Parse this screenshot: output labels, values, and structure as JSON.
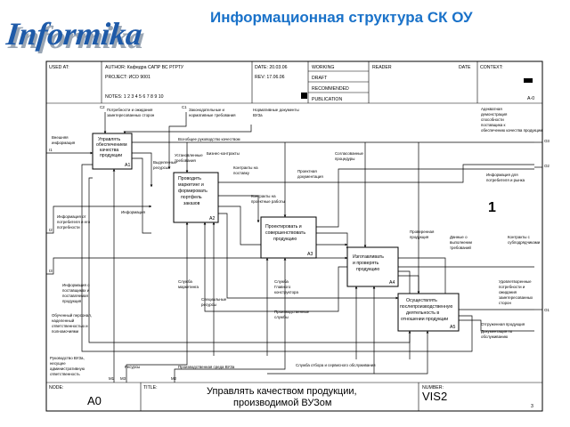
{
  "slide": {
    "title": "Информационная структура СК ОУ",
    "logo_text": "Informika",
    "colors": {
      "title": "#1a72c9",
      "logo": "#1e5aa8",
      "logo_shadow": "#9aa6b4"
    }
  },
  "header": {
    "used_at": "USED AT:",
    "author": "AUTHOR: Кафедра САПР ВС РГРТУ",
    "project": "PROJECT: ИСО 9001",
    "notes": "NOTES: 1 2 3 4 5 6 7 8 9 10",
    "date": "DATE: 20.03.06",
    "rev": "REV: 17.06.06",
    "working": "WORKING",
    "draft": "DRAFT",
    "recommended": "RECOMMENDED",
    "publication": "PUBLICATION",
    "reader": "READER",
    "date2": "DATE",
    "context": "CONTEXT:",
    "a_minus": "A-0"
  },
  "boxes": [
    {
      "lines": [
        "Управлять",
        "обеспечением",
        "качества",
        "продукции"
      ],
      "num": "A1"
    },
    {
      "lines": [
        "Проводить",
        "маркетинг и",
        "формировать",
        "портфель",
        "заказов"
      ],
      "num": "A2"
    },
    {
      "lines": [
        "Проектировать и",
        "совершенствовать",
        "продукцию"
      ],
      "num": "A3"
    },
    {
      "lines": [
        "Изготавливать",
        "и проверять",
        "продукцию"
      ],
      "num": "A4"
    },
    {
      "lines": [
        "Осуществлять",
        "послепроизводственную",
        "деятельность в",
        "отношении продукции"
      ],
      "num": "A5"
    }
  ],
  "codes": {
    "c1": "C1",
    "c2": "C2",
    "i1": "I1",
    "i2": "I2",
    "i3": "I3",
    "o1": "O1",
    "o2": "O2",
    "o3": "O3",
    "m1": "M1",
    "m2": "M2",
    "m3": "M3"
  },
  "labels": {
    "l01": "Потребности и ожидания",
    "l02": "заинтересованных сторон",
    "l03": "Законодательные и",
    "l04": "нормативные требования",
    "l05": "Нормативные документы",
    "l06": "ВУЗа",
    "l07": "Внешняя",
    "l08": "информация",
    "l09": "Всеобщее руководство качеством",
    "l10": "Выделенные",
    "l11": "ресурсы",
    "l12": "Информация от",
    "l13": "потребителя и его",
    "l14": "потребности",
    "l15": "Информация о",
    "l16": "поставщиках и",
    "l17": "поставляемая",
    "l18": "продукция",
    "l19": "Обученный персонал,",
    "l20": "наделенный",
    "l21": "ответственностью и",
    "l22": "полномочиями",
    "l23": "Руководство ВУЗа,",
    "l24": "несущее",
    "l25": "административную",
    "l26": "ответственность",
    "l27": "Ресурсы",
    "l28": "Производственная среда ВУЗа",
    "l29": "Служба отбора и сервисного обслуживания",
    "l30": "Адекватная",
    "l31": "демонстрация",
    "l32": "способности",
    "l33": "поставщика к",
    "l34": "обеспечению качества продукции",
    "l35": "Информация для",
    "l36": "потребителя и рынка",
    "l37": "Удовлетворенные",
    "l38": "потребности и",
    "l39": "ожидания",
    "l40": "заинтересованных",
    "l41": "сторон",
    "l42": "Установленные",
    "l43": "требования",
    "l44": "Бизнес-контракты",
    "l45": "Контракты на",
    "l46": "поставку",
    "l47": "Проектная",
    "l48": "документация",
    "l49": "Контракты на",
    "l50": "проектные работы",
    "l51": "Служба",
    "l52": "маркетинга",
    "l53": "Служба",
    "l54": "Главного",
    "l55": "конструктора",
    "l56": "Производственные",
    "l57": "службы",
    "l58": "Согласованные",
    "l59": "процедуры",
    "l60": "Проверенная",
    "l61": "продукция",
    "l62": "Данные о",
    "l63": "выполнении",
    "l64": "требований",
    "l65": "Контракты с",
    "l66": "субподрядчиками",
    "l67": "Отгруженная продукция",
    "l68": "Документация по",
    "l69": "обслуживанию",
    "l70": "Информация",
    "l71": "Специальные",
    "l72": "ресурсы"
  },
  "footer": {
    "node_label": "NODE:",
    "node": "A0",
    "title_label": "TITLE:",
    "title1": "Управлять качеством продукции,",
    "title2": "производимой ВУЗом",
    "number_label": "NUMBER:",
    "number": "VIS2",
    "page": "3"
  }
}
